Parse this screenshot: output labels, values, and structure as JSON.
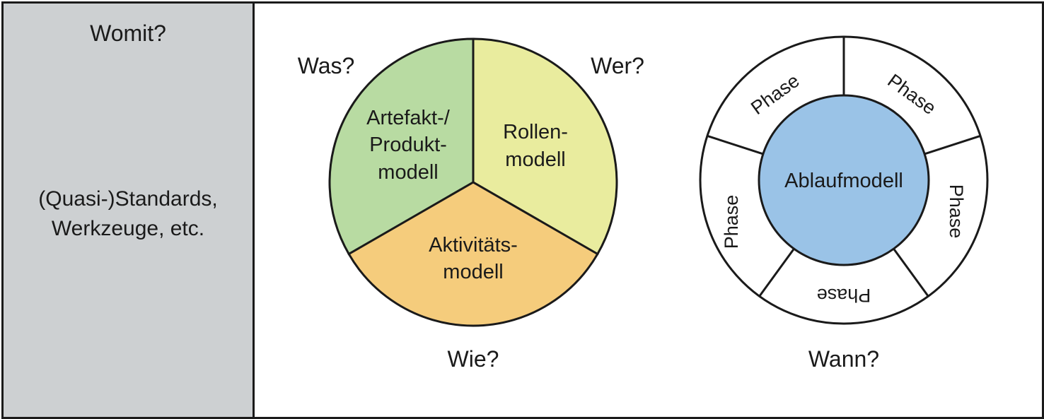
{
  "left": {
    "title": "Womit?",
    "body_line1": "(Quasi-)Standards,",
    "body_line2": "Werkzeuge, etc."
  },
  "questions": {
    "was": "Was?",
    "wer": "Wer?",
    "wie": "Wie?",
    "wann": "Wann?"
  },
  "pie": {
    "artefakt": [
      "Artefakt-/",
      "Produkt-",
      "modell"
    ],
    "rollen": [
      "Rollen-",
      "modell"
    ],
    "aktivitaet": [
      "Aktivitäts-",
      "modell"
    ]
  },
  "ring": {
    "center": "Ablaufmodell",
    "phases": [
      "Phase",
      "Phase",
      "Phase",
      "Phase",
      "Phase"
    ]
  },
  "colors": {
    "artefakt": "#b8dba2",
    "rollen": "#e9ec9e",
    "aktivitaet": "#f5cc7c",
    "ablauf": "#9ac3e7",
    "panel": "#cdd0d2",
    "stroke": "#1a1a1a"
  }
}
